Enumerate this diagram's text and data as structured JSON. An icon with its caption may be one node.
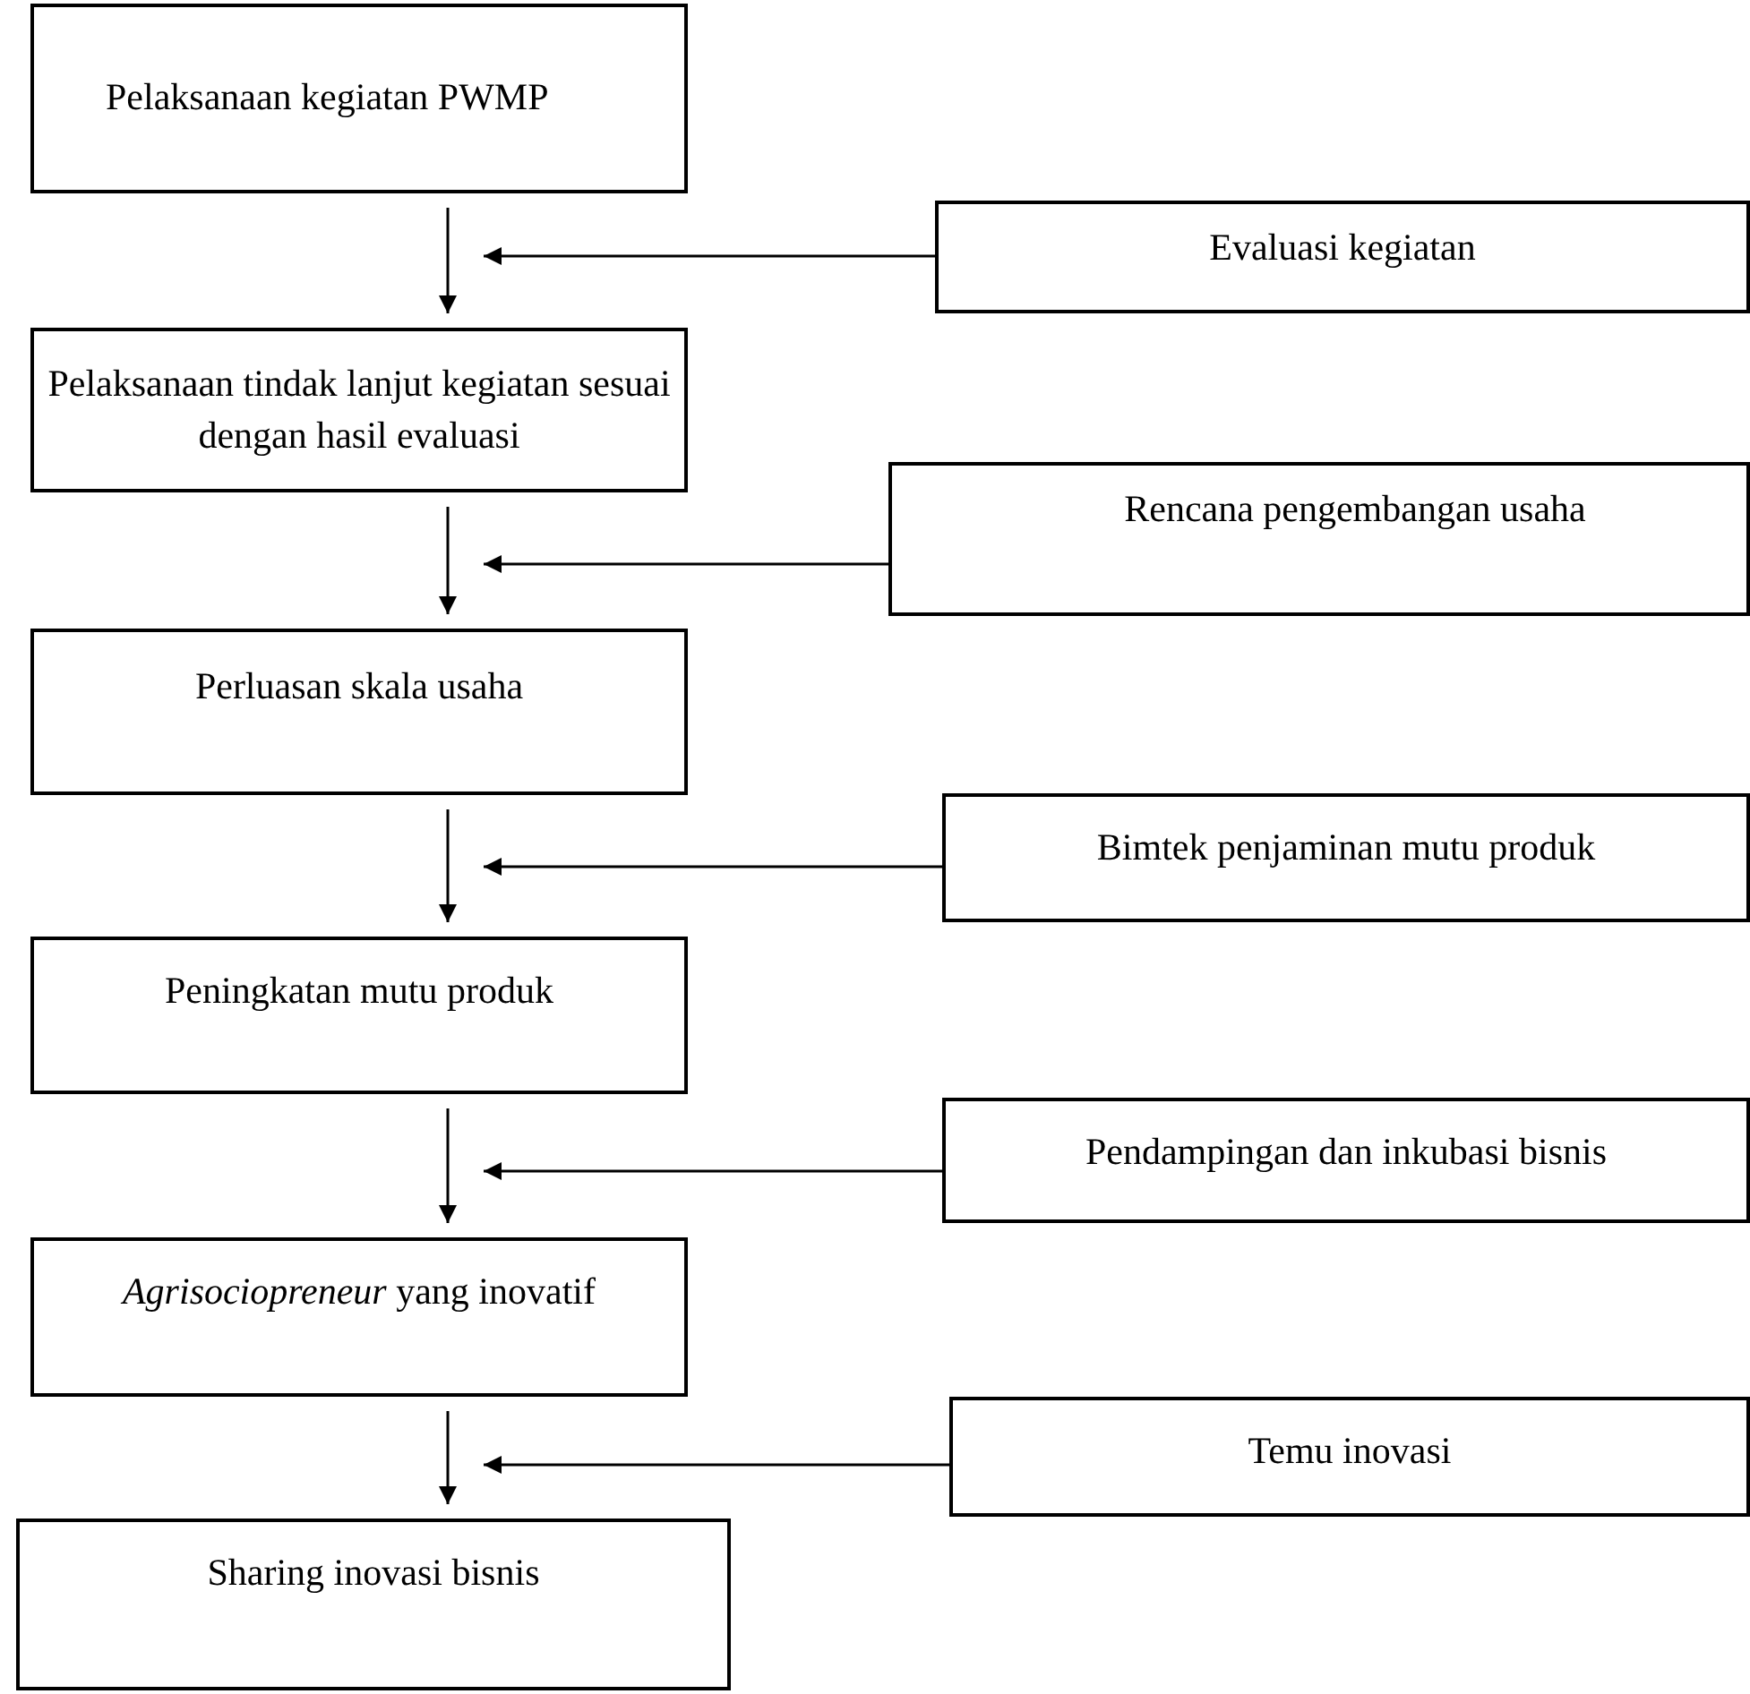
{
  "diagram": {
    "nodes": [
      {
        "text": [
          "Pelaksanaan kegiatan PWMP"
        ]
      },
      {
        "text": [
          "Evaluasi kegiatan"
        ]
      },
      {
        "text": [
          "Pelaksanaan tindak lanjut kegiatan sesuai dengan hasil evaluasi"
        ]
      },
      {
        "text": [
          "Rencana pengembangan usaha"
        ]
      },
      {
        "text": [
          "Perluasan skala usaha"
        ]
      },
      {
        "text": [
          "Bimtek penjaminan mutu produk"
        ]
      },
      {
        "text": [
          "Peningkatan mutu produk"
        ]
      },
      {
        "text": [
          "Pendampingan dan inkubasi bisnis"
        ]
      },
      {
        "text": [
          "*Agrisociopreneur* yang inovatif"
        ]
      },
      {
        "text": [
          "Temu inovasi"
        ]
      },
      {
        "text": [
          "Sharing inovasi bisnis"
        ]
      }
    ],
    "edges": [
      {
        "from": 0,
        "to": 2,
        "arrow": "to"
      },
      {
        "from": 1,
        "to": null,
        "arrow": "to"
      },
      {
        "from": 2,
        "to": 4,
        "arrow": "to"
      },
      {
        "from": 3,
        "to": null,
        "arrow": "to"
      },
      {
        "from": 4,
        "to": 6,
        "arrow": "to"
      },
      {
        "from": 5,
        "to": null,
        "arrow": "to"
      },
      {
        "from": 6,
        "to": 8,
        "arrow": "to"
      },
      {
        "from": 7,
        "to": null,
        "arrow": "to"
      },
      {
        "from": 8,
        "to": 10,
        "arrow": "to"
      },
      {
        "from": 9,
        "to": null,
        "arrow": "to"
      }
    ]
  }
}
